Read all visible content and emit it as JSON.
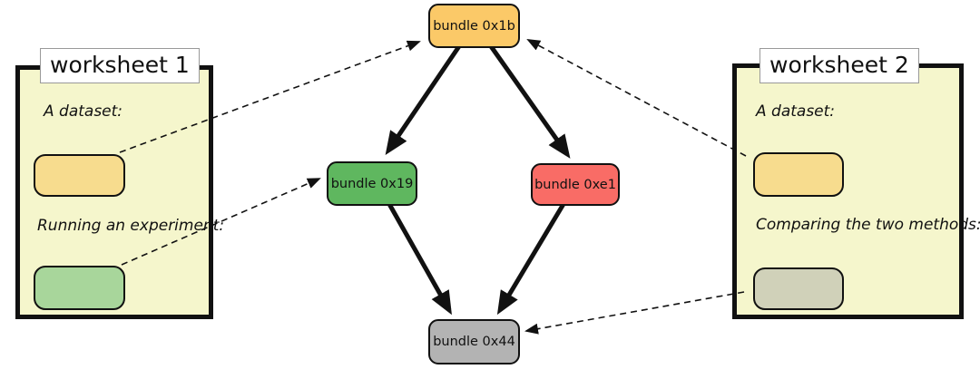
{
  "diagram": {
    "worksheets": [
      {
        "id": "worksheet-1",
        "title": "worksheet 1",
        "background": "#f5f6cc",
        "items": [
          {
            "id": "dataset",
            "label": "A dataset:",
            "color": "#f7dc8e"
          },
          {
            "id": "experiment",
            "label": "Running an experiment:",
            "color": "#a8d69b"
          }
        ]
      },
      {
        "id": "worksheet-2",
        "title": "worksheet 2",
        "background": "#f5f6cc",
        "items": [
          {
            "id": "dataset",
            "label": "A dataset:",
            "color": "#f7dc8e"
          },
          {
            "id": "comparison",
            "label": "Comparing the two methods:",
            "color": "#d0d1b9"
          }
        ]
      }
    ],
    "bundles": [
      {
        "id": "0x1b",
        "label": "bundle 0x1b",
        "color": "#fbc968"
      },
      {
        "id": "0x19",
        "label": "bundle 0x19",
        "color": "#5fb75f"
      },
      {
        "id": "0xe1",
        "label": "bundle 0xe1",
        "color": "#f96c66"
      },
      {
        "id": "0x44",
        "label": "bundle 0x44",
        "color": "#b3b3b3"
      }
    ],
    "edges": {
      "solid": [
        {
          "from": "bundle-0x1b",
          "to": "bundle-0x19"
        },
        {
          "from": "bundle-0x1b",
          "to": "bundle-0xe1"
        },
        {
          "from": "bundle-0x19",
          "to": "bundle-0x44"
        },
        {
          "from": "bundle-0xe1",
          "to": "bundle-0x44"
        }
      ],
      "dashed": [
        {
          "from": "worksheet-1-dataset-item",
          "to": "bundle-0x1b"
        },
        {
          "from": "worksheet-1-experiment-item",
          "to": "bundle-0x19"
        },
        {
          "from": "worksheet-2-dataset-item",
          "to": "bundle-0x1b"
        },
        {
          "from": "worksheet-2-comparison-item",
          "to": "bundle-0x44"
        }
      ]
    },
    "colors": {
      "worksheet_border": "#111111",
      "arrow": "#111111",
      "title_box_bg": "#ffffff"
    }
  }
}
